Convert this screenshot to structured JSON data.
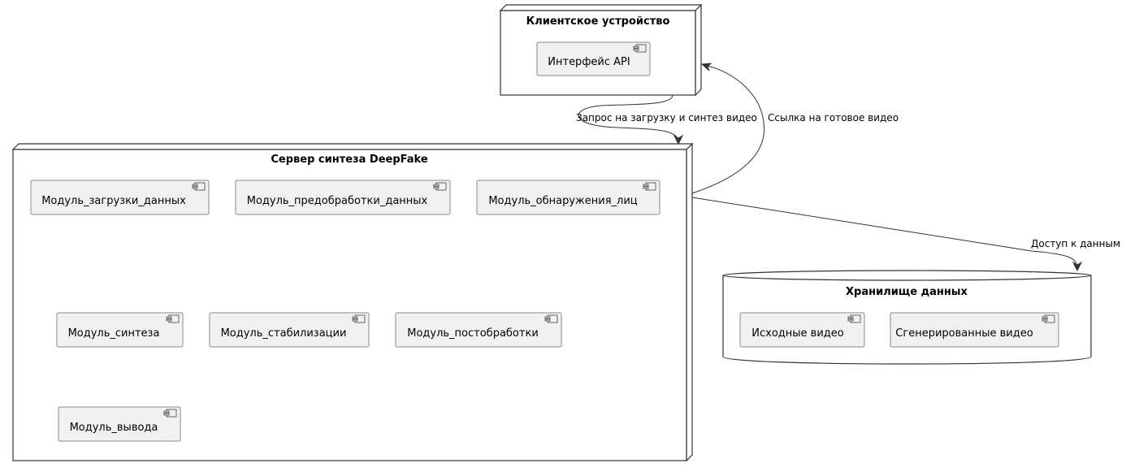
{
  "client": {
    "title": "Клиентское устройство",
    "components": [
      "Интерфейс API"
    ]
  },
  "server": {
    "title": "Сервер синтеза DeepFake",
    "components": [
      "Модуль_загрузки_данных",
      "Модуль_предобработки_данных",
      "Модуль_обнаружения_лиц",
      "Модуль_синтеза",
      "Модуль_стабилизации",
      "Модуль_постобработки",
      "Модуль_вывода"
    ]
  },
  "storage": {
    "title": "Хранилище данных",
    "components": [
      "Исходные видео",
      "Сгенерированные видео"
    ]
  },
  "edges": {
    "request": "Запрос на загрузку и синтез видео",
    "link": "Ссылка на готовое видео",
    "data_access": "Доступ к данным"
  },
  "colors": {
    "component_fill": "#f1f1f1",
    "component_border": "#8a8a8a",
    "line": "#333333"
  }
}
